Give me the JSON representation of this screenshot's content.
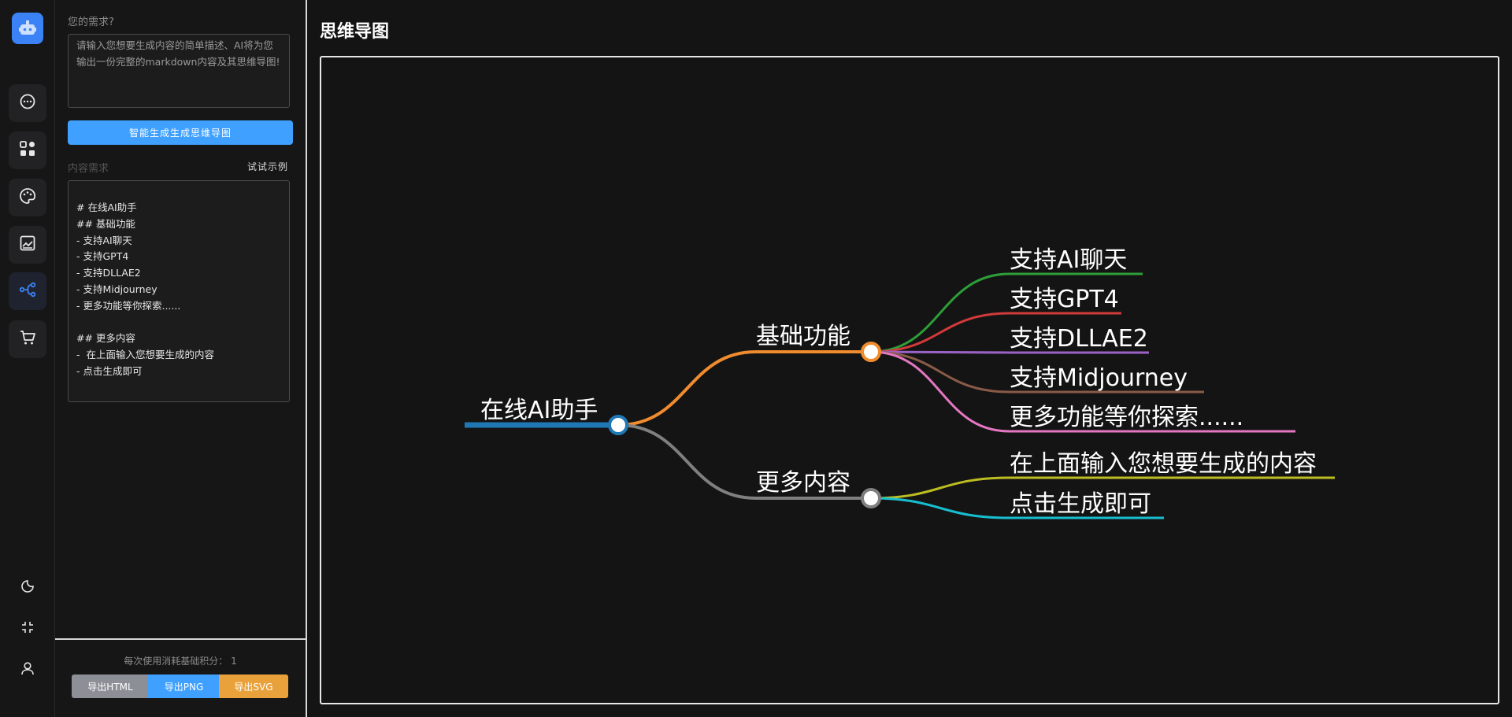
{
  "sidebar": {
    "logo_icon": "robot-icon",
    "nav": [
      {
        "name": "chat",
        "icon": "chat-bubble-icon"
      },
      {
        "name": "apps",
        "icon": "apps-grid-icon"
      },
      {
        "name": "paint",
        "icon": "palette-icon"
      },
      {
        "name": "image",
        "icon": "image-icon"
      },
      {
        "name": "mindmap",
        "icon": "mindmap-icon",
        "active": true
      },
      {
        "name": "shop",
        "icon": "cart-icon"
      }
    ],
    "bottom": [
      {
        "name": "theme",
        "icon": "moon-icon"
      },
      {
        "name": "collapse",
        "icon": "collapse-icon"
      },
      {
        "name": "user",
        "icon": "user-icon"
      }
    ],
    "accent": "#3b82f6"
  },
  "panel": {
    "need_label": "您的需求?",
    "need_placeholder": "请输入您想要生成内容的简单描述、AI将为您输出一份完整的markdown内容及其思维导图!",
    "generate_button": "智能生成生成思维导图",
    "content_label": "内容需求",
    "try_example": "试试示例",
    "content_text": "# 在线AI助手\n## 基础功能\n- 支持AI聊天\n- 支持GPT4\n- 支持DLLAE2\n- 支持Midjourney\n- 更多功能等你探索......\n\n## 更多内容\n-  在上面输入您想要生成的内容\n- 点击生成即可",
    "credits": "每次使用消耗基础积分： 1",
    "export_html": "导出HTML",
    "export_png": "导出PNG",
    "export_svg": "导出SVG"
  },
  "main": {
    "title": "思维导图"
  },
  "mindmap": {
    "root": "在线AI助手",
    "branches": [
      {
        "label": "基础功能",
        "color": "#f08c2e",
        "children": [
          {
            "label": "支持AI聊天",
            "color": "#2e9e38"
          },
          {
            "label": "支持GPT4",
            "color": "#d23a3a"
          },
          {
            "label": "支持DLLAE2",
            "color": "#9b62c6"
          },
          {
            "label": "支持Midjourney",
            "color": "#8a5a48"
          },
          {
            "label": "更多功能等你探索......",
            "color": "#e377c2"
          }
        ]
      },
      {
        "label": "更多内容",
        "color": "#7f7f7f",
        "children": [
          {
            "label": "在上面输入您想要生成的内容",
            "color": "#bcbd22"
          },
          {
            "label": "点击生成即可",
            "color": "#17becf"
          }
        ]
      }
    ],
    "root_color": "#1f77b4"
  }
}
